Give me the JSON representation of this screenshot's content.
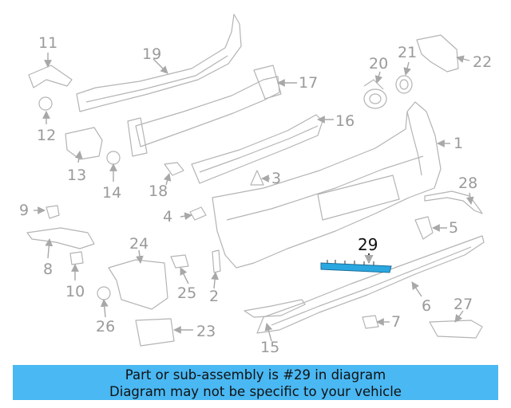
{
  "diagram": {
    "highlighted_part": "29",
    "callouts": [
      "1",
      "2",
      "3",
      "4",
      "5",
      "6",
      "7",
      "8",
      "9",
      "10",
      "11",
      "12",
      "13",
      "14",
      "15",
      "16",
      "17",
      "18",
      "19",
      "20",
      "21",
      "22",
      "23",
      "24",
      "25",
      "26",
      "27",
      "28",
      "29"
    ]
  },
  "banner": {
    "line1": "Part or sub-assembly is #29 in diagram",
    "line2": "Diagram may not be specific to your vehicle",
    "color": "#4ab8f3"
  },
  "colors": {
    "line_art": "#b4b4b4",
    "highlight": "#2aa7e0"
  }
}
